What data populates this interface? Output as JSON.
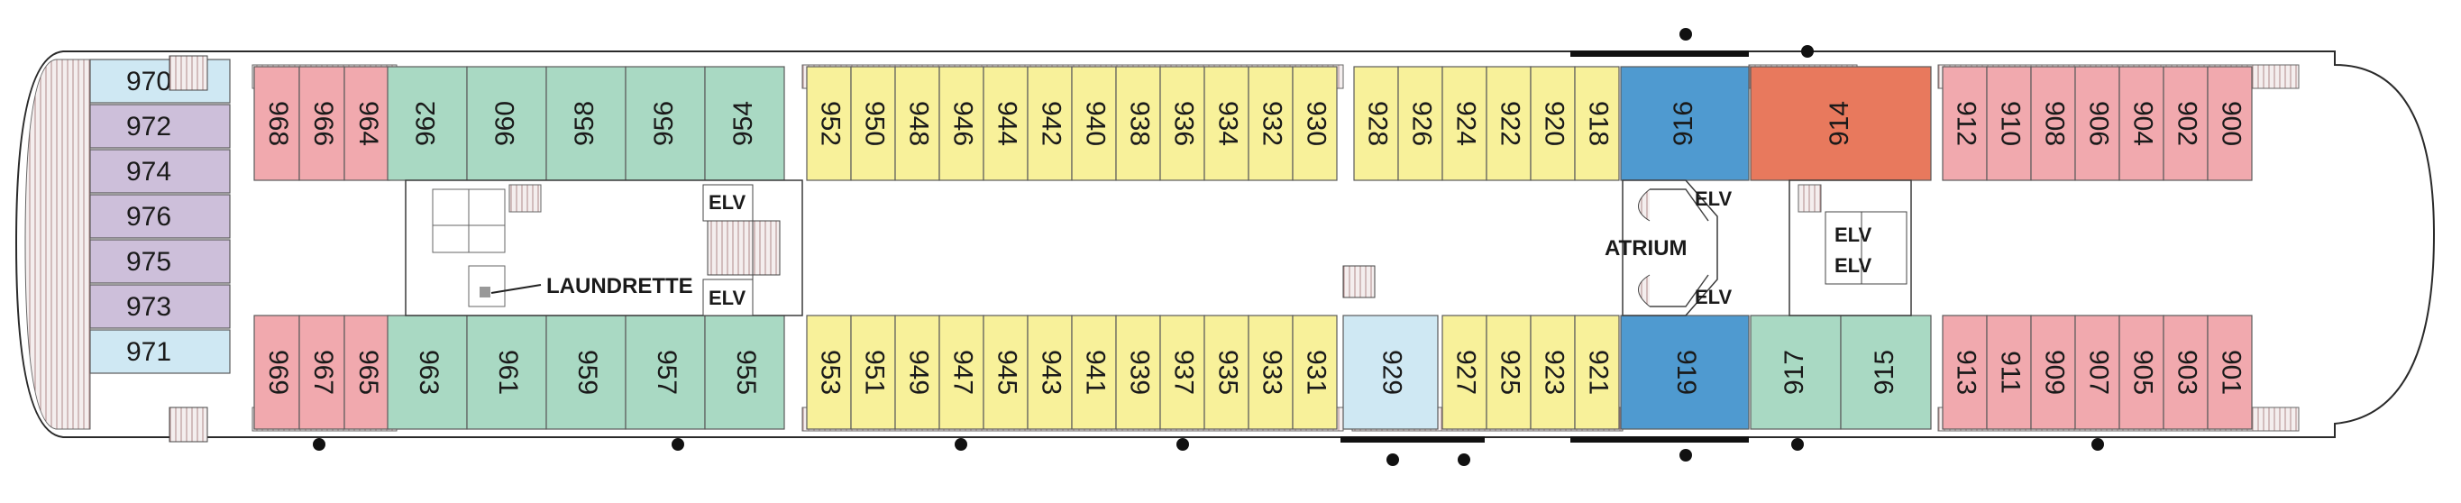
{
  "colors": {
    "yellow": "#f8f19a",
    "pink": "#f1a9ae",
    "green": "#a9d9c3",
    "lavender": "#cdbfda",
    "lightblue": "#cfe8f3",
    "blue": "#4f9ad0",
    "orange": "#e8795d"
  },
  "labels": {
    "laundrette": "LAUNDRETTE",
    "atrium": "ATRIUM",
    "elv": "ELV"
  },
  "bow_cabins": [
    "970",
    "972",
    "974",
    "976",
    "975",
    "973",
    "971"
  ],
  "upper_cabins": {
    "pink_block_a": [
      "968",
      "966",
      "964"
    ],
    "green_block_a": [
      "962",
      "960",
      "958",
      "956",
      "954"
    ],
    "yellow_block_a": [
      "952",
      "950",
      "948",
      "946",
      "944",
      "942",
      "940",
      "938",
      "936",
      "934",
      "932",
      "930"
    ],
    "yellow_block_b": [
      "928",
      "926",
      "924",
      "922",
      "920",
      "918"
    ],
    "blue": "916",
    "orange": "914",
    "pink_block_b": [
      "912",
      "910",
      "908",
      "906",
      "904",
      "902",
      "900"
    ]
  },
  "lower_cabins": {
    "pink_block_a": [
      "969",
      "967",
      "965"
    ],
    "green_block_a": [
      "963",
      "961",
      "959",
      "957",
      "955"
    ],
    "yellow_block_a": [
      "953",
      "951",
      "949",
      "947",
      "945",
      "943",
      "941",
      "939",
      "937",
      "935",
      "933",
      "931"
    ],
    "lightblue": "929",
    "yellow_block_b": [
      "927",
      "925",
      "923",
      "921"
    ],
    "blue": "919",
    "green_block_b": [
      "917",
      "915"
    ],
    "pink_block_b": [
      "913",
      "911",
      "909",
      "907",
      "905",
      "903",
      "901"
    ]
  }
}
